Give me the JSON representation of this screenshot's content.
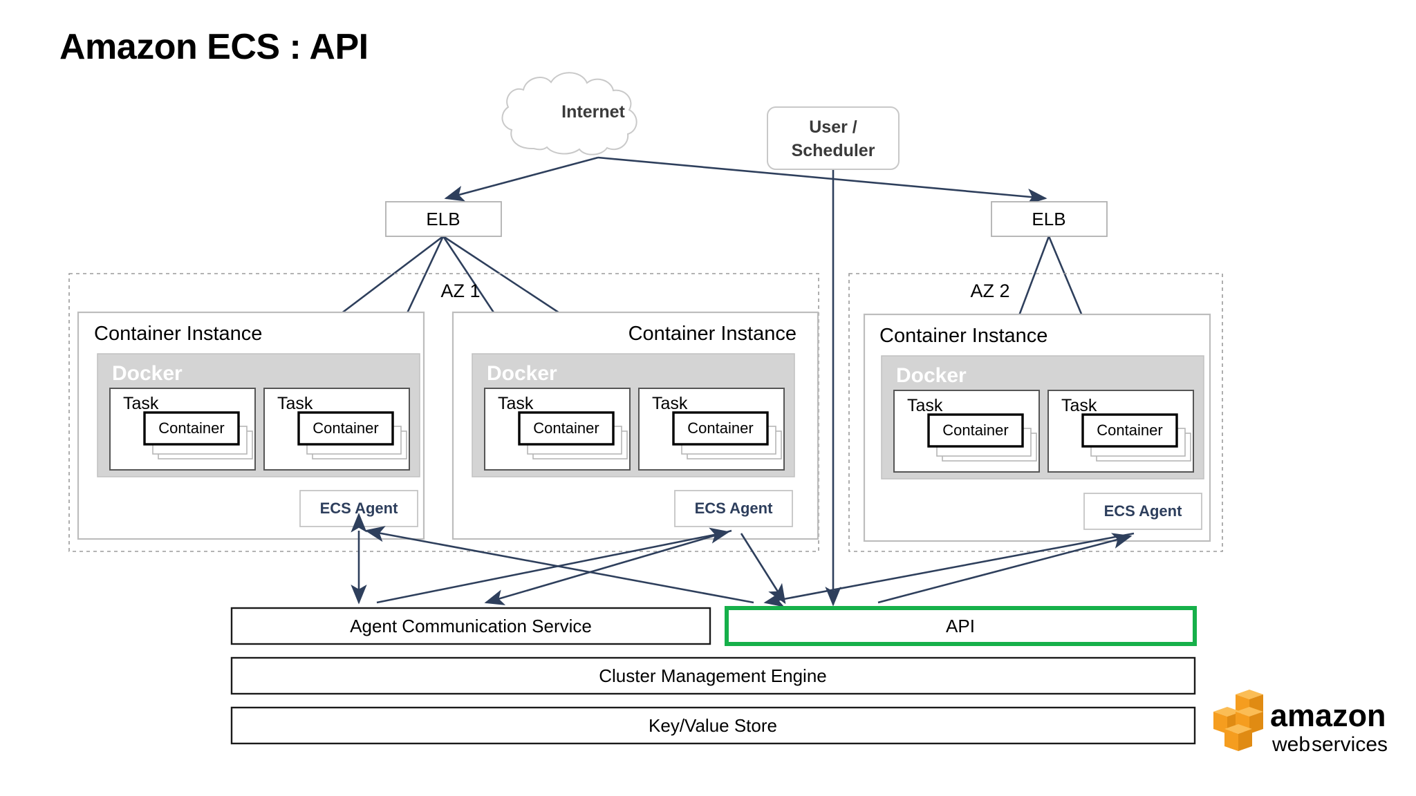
{
  "slide": {
    "title": "Amazon ECS : API",
    "background_color": "#ffffff"
  },
  "colors": {
    "edge": "#2e3f5c",
    "docker_fill": "#d4d4d4",
    "agent_text": "#2d3e5c",
    "highlight_green": "#16b04a",
    "aws_orange": "#f59d1f",
    "aws_orange_dark": "#e08b13",
    "aws_orange_light": "#fbbd55"
  },
  "top": {
    "internet": {
      "label": "Internet",
      "icon": "cloud-icon"
    },
    "user_scheduler": {
      "label": "User /\nScheduler",
      "line1": "User /",
      "line2": "Scheduler"
    },
    "elb_left": {
      "label": "ELB"
    },
    "elb_right": {
      "label": "ELB"
    }
  },
  "zones": [
    {
      "id": "az1",
      "label": "AZ 1",
      "instances": [
        {
          "title": "Container Instance",
          "title_align": "left",
          "docker_label": "Docker",
          "tasks": [
            {
              "label": "Task",
              "container_label": "Container",
              "stack_count": 3
            },
            {
              "label": "Task",
              "container_label": "Container",
              "stack_count": 3
            }
          ],
          "agent_label": "ECS Agent"
        },
        {
          "title": "Container Instance",
          "title_align": "right",
          "docker_label": "Docker",
          "tasks": [
            {
              "label": "Task",
              "container_label": "Container",
              "stack_count": 3
            },
            {
              "label": "Task",
              "container_label": "Container",
              "stack_count": 3
            }
          ],
          "agent_label": "ECS Agent"
        }
      ]
    },
    {
      "id": "az2",
      "label": "AZ 2",
      "instances": [
        {
          "title": "Container Instance",
          "title_align": "left",
          "docker_label": "Docker",
          "tasks": [
            {
              "label": "Task",
              "container_label": "Container",
              "stack_count": 3
            },
            {
              "label": "Task",
              "container_label": "Container",
              "stack_count": 3
            }
          ],
          "agent_label": "ECS Agent"
        }
      ]
    }
  ],
  "control_plane": {
    "agent_communication_service": {
      "label": "Agent Communication Service",
      "highlighted": false
    },
    "api": {
      "label": "API",
      "highlighted": true
    },
    "cluster_management_engine": {
      "label": "Cluster Management Engine",
      "highlighted": false
    },
    "key_value_store": {
      "label": "Key/Value Store",
      "highlighted": false
    }
  },
  "logo": {
    "name": "aws-logo",
    "word_top": "amazon",
    "word_bottom_1": "web",
    "word_bottom_2": "services"
  }
}
